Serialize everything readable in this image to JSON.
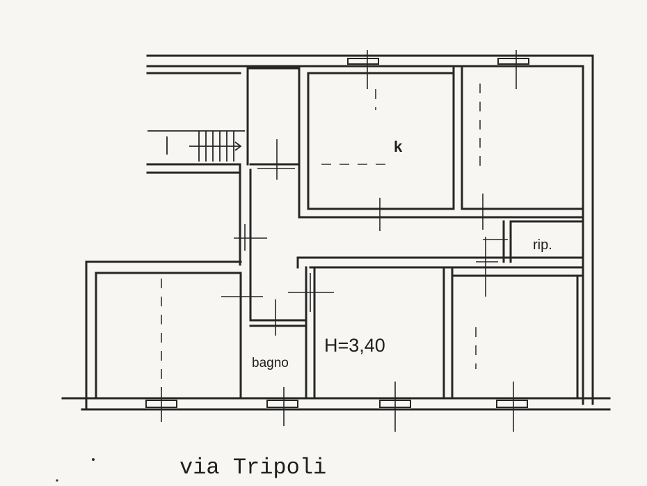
{
  "plan": {
    "labels": {
      "kitchen": "k",
      "storage": "rip.",
      "bathroom": "bagno",
      "ceiling_height": "H=3,40",
      "street": "via Tripoli"
    }
  }
}
